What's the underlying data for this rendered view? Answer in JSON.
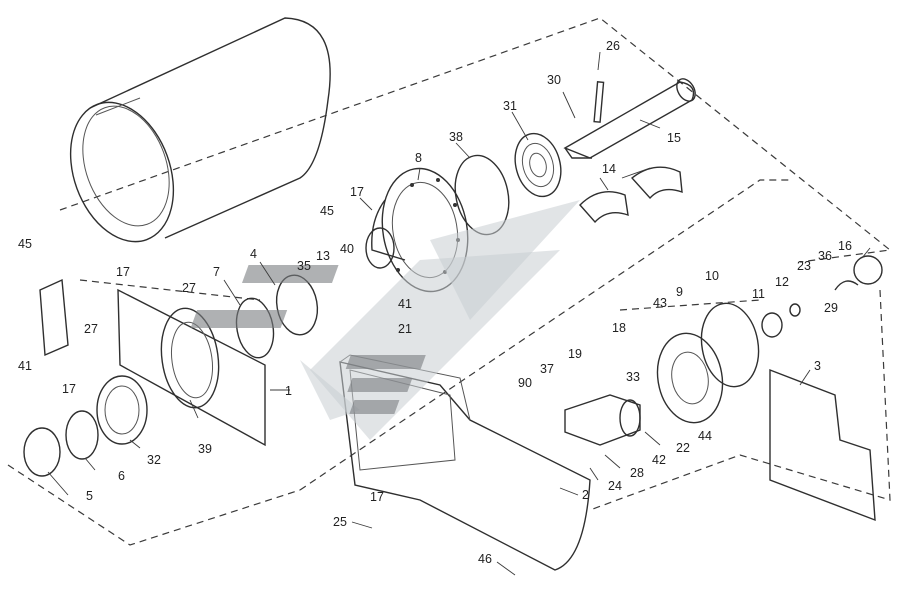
{
  "labels": {
    "l1": "1",
    "l2": "2",
    "l3": "3",
    "l4": "4",
    "l5": "5",
    "l6": "6",
    "l7": "7",
    "l8": "8",
    "l9": "9",
    "l10": "10",
    "l11": "11",
    "l12": "12",
    "l13": "13",
    "l14": "14",
    "l15": "15",
    "l16": "16",
    "l17a": "17",
    "l17b": "17",
    "l17c": "17",
    "l17d": "17",
    "l18": "18",
    "l19": "19",
    "l21": "21",
    "l22": "22",
    "l23": "23",
    "l24": "24",
    "l25": "25",
    "l26": "26",
    "l27a": "27",
    "l27b": "27",
    "l28": "28",
    "l29": "29",
    "l30": "30",
    "l31": "31",
    "l32": "32",
    "l33": "33",
    "l35": "35",
    "l36": "36",
    "l37": "37",
    "l38": "38",
    "l39": "39",
    "l40": "40",
    "l41": "41",
    "l42": "42",
    "l43": "43",
    "l44": "44",
    "l45a": "45",
    "l45b": "45",
    "l46": "46",
    "l90": "90",
    "l41b": "41"
  },
  "colors": {
    "line": "#2f2f2f",
    "watermark_light": "#c9cdd1",
    "watermark_dark": "#7a7d80"
  }
}
